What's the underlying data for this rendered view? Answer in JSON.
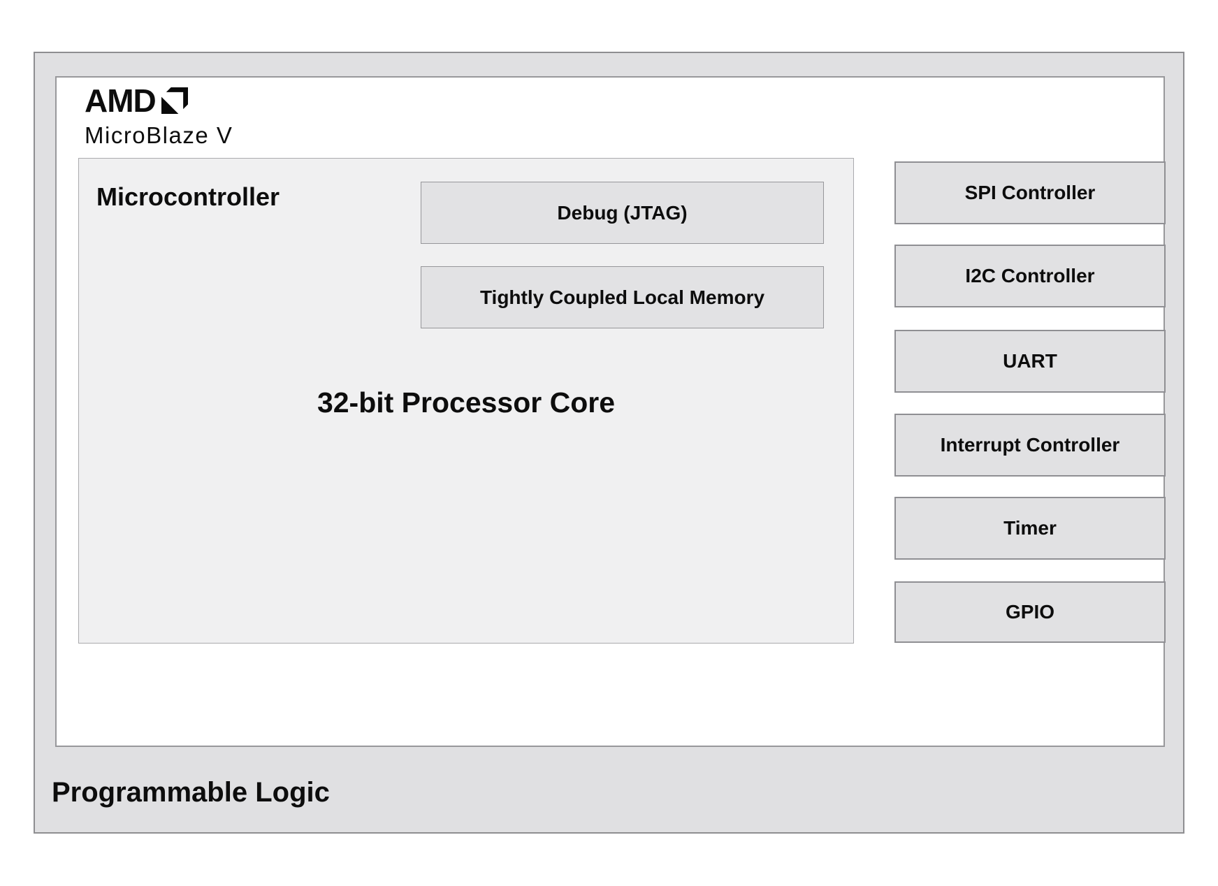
{
  "branding": {
    "company": "AMD",
    "product": "MicroBlaze V",
    "logo_icon": "amd-arrow-icon"
  },
  "regions": {
    "programmable_logic": {
      "label": "Programmable Logic"
    },
    "microcontroller": {
      "title": "Microcontroller",
      "blocks": [
        {
          "label": "Debug (JTAG)"
        },
        {
          "label": "Tightly Coupled Local Memory"
        }
      ],
      "core_label": "32-bit Processor Core"
    }
  },
  "peripherals": [
    {
      "label": "SPI Controller"
    },
    {
      "label": "I2C Controller"
    },
    {
      "label": "UART"
    },
    {
      "label": "Interrupt Controller"
    },
    {
      "label": "Timer"
    },
    {
      "label": "GPIO"
    }
  ],
  "colors": {
    "outer-fill": "#e0e0e2",
    "outer-border": "#8e8e91",
    "inner-fill": "#ffffff",
    "micro-fill": "#f0f0f1",
    "block-fill": "#e2e2e4",
    "periph-fill": "#e1e1e3",
    "text-color": "#0d0d0d"
  }
}
